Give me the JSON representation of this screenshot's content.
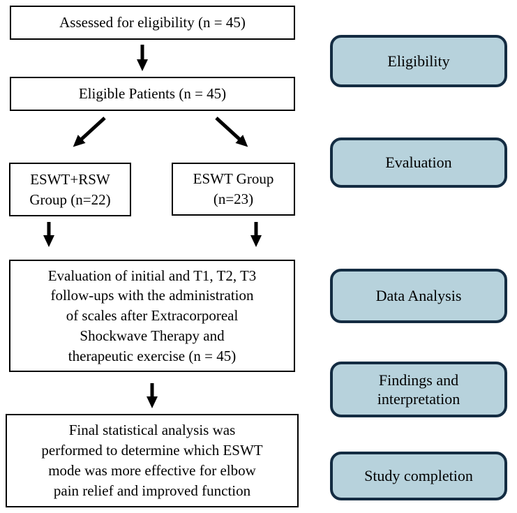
{
  "flow_nodes": {
    "assessed": {
      "lines": [
        "Assessed for eligibility (n = 45)"
      ]
    },
    "eligible": {
      "lines": [
        "Eligible Patients (n = 45)"
      ]
    },
    "group_a": {
      "lines": [
        "ESWT+RSW",
        "Group (n=22)"
      ]
    },
    "group_b": {
      "lines": [
        "ESWT Group",
        "(n=23)"
      ]
    },
    "evaluation": {
      "lines": [
        "Evaluation of initial and T1, T2, T3",
        "follow-ups with the administration",
        "of scales after Extracorporeal",
        "Shockwave Therapy and",
        "therapeutic exercise (n = 45)"
      ]
    },
    "final": {
      "lines": [
        "Final statistical analysis was",
        "performed to determine which ESWT",
        "mode was more effective for elbow",
        "pain relief and improved function"
      ]
    }
  },
  "stages": [
    {
      "id": "eligibility",
      "lines": [
        "Eligibility"
      ]
    },
    {
      "id": "evaluation",
      "lines": [
        "Evaluation"
      ]
    },
    {
      "id": "data-analysis",
      "lines": [
        "Data Analysis"
      ]
    },
    {
      "id": "findings",
      "lines": [
        "Findings and",
        "interpretation"
      ]
    },
    {
      "id": "study-completion",
      "lines": [
        "Study completion"
      ]
    }
  ],
  "colors": {
    "background": "#ffffff",
    "text": "#000000",
    "node_fill": "#ffffff",
    "node_border": "#000000",
    "stage_fill": "#b7d2dc",
    "stage_border": "#142c42",
    "arrow": "#000000"
  }
}
